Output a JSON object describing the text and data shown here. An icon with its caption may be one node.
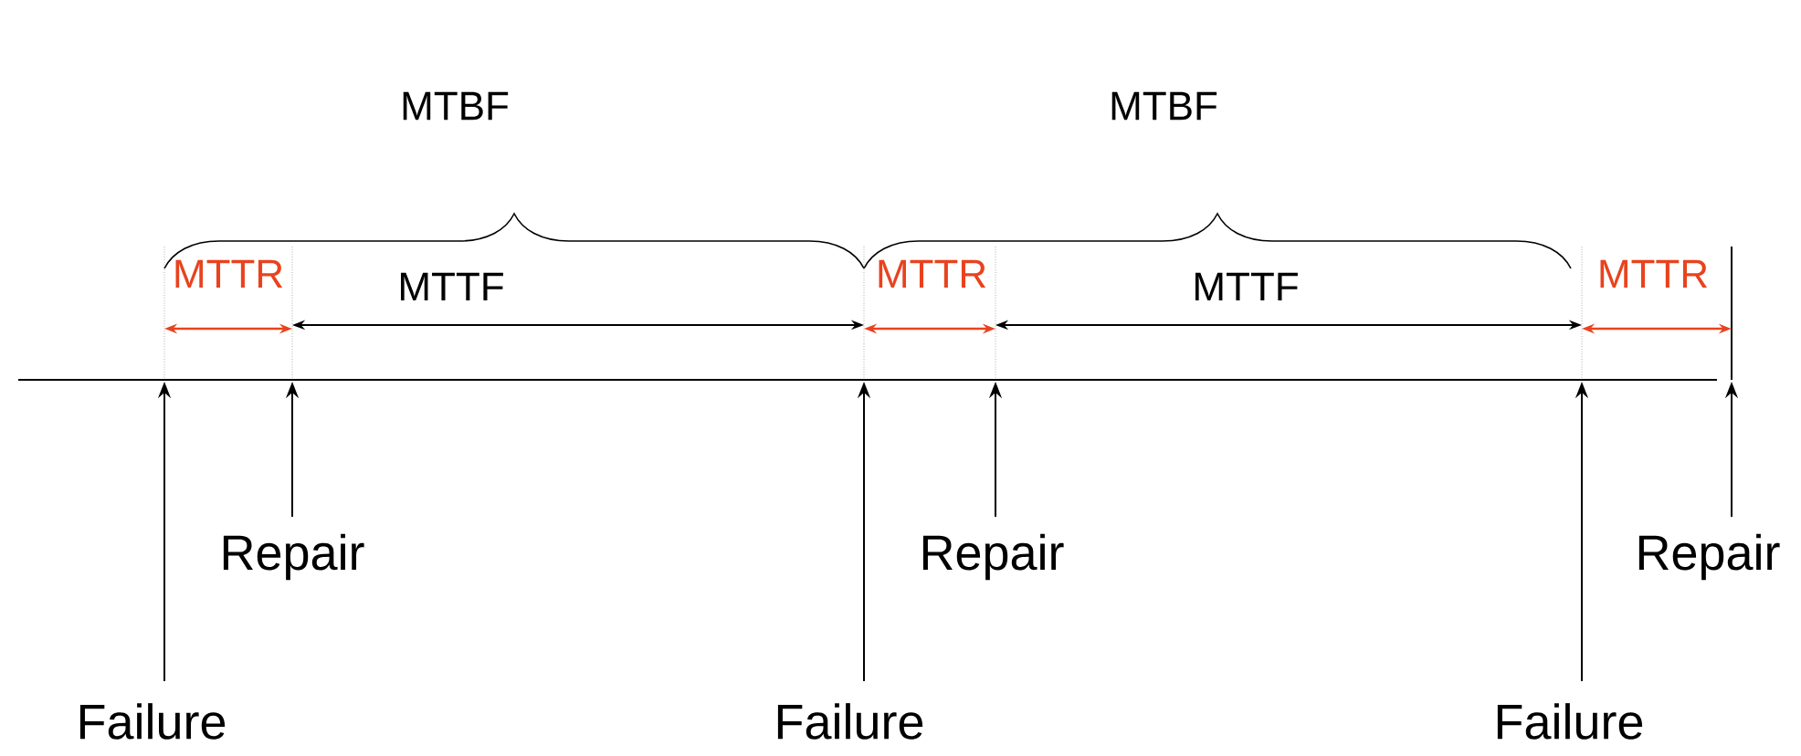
{
  "diagram": {
    "nodes": [
      {
        "text": [
          "Repair"
        ]
      },
      {
        "text": [
          "Repair"
        ]
      },
      {
        "text": [
          "Repair"
        ]
      },
      {
        "text": [
          "Failure"
        ]
      },
      {
        "text": [
          "Failure"
        ]
      },
      {
        "text": [
          "Failure"
        ]
      }
    ],
    "edges": [
      {
        "from": 0,
        "to": null,
        "arrow": "to"
      },
      {
        "from": 1,
        "to": null,
        "arrow": "to"
      },
      {
        "from": 2,
        "to": null,
        "arrow": "to"
      },
      {
        "from": 3,
        "to": null,
        "arrow": "to"
      },
      {
        "from": 4,
        "to": null,
        "arrow": "to"
      },
      {
        "from": 5,
        "to": null,
        "arrow": "to"
      }
    ],
    "labels": [
      "MTBF",
      "MTBF",
      "MTTR",
      "MTTF",
      "MTTR",
      "MTTF",
      "MTTR"
    ]
  }
}
